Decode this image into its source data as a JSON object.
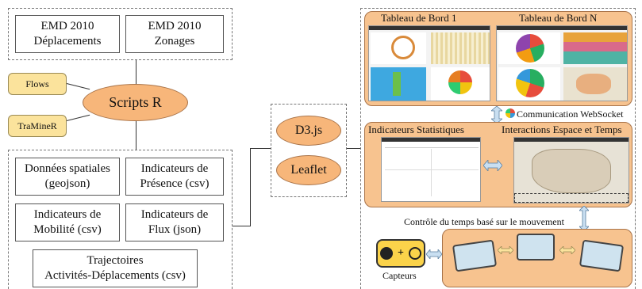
{
  "data_sources": {
    "emd_deplacements": "EMD 2010\nDéplacements",
    "emd_zonages": "EMD 2010\nZonages"
  },
  "packages": [
    "Flows",
    "TraMineR"
  ],
  "scripts_label": "Scripts R",
  "outputs": [
    "Données spatiales\n(geojson)",
    "Indicateurs de\nPrésence (csv)",
    "Indicateurs de\nMobilité (csv)",
    "Indicateurs de\nFlux (json)"
  ],
  "trajectoires": "Trajectoires\nActivités-Déplacements (csv)",
  "libraries": [
    "D3.js",
    "Leaflet"
  ],
  "dashboards": {
    "left_title": "Tableau de Bord 1",
    "right_title": "Tableau de Bord N"
  },
  "communication_label": "Communication WebSocket",
  "indicateurs_title": "Indicateurs Statistiques",
  "interactions_title": "Interactions Espace et Temps",
  "controle_label": "Contrôle du temps basé sur le mouvement",
  "capteurs_label": "Capteurs",
  "colors": {
    "oval": "#f7b67a",
    "pill": "#fbe39c",
    "panel": "#f7c38f",
    "arrow": "#c9dff1"
  }
}
